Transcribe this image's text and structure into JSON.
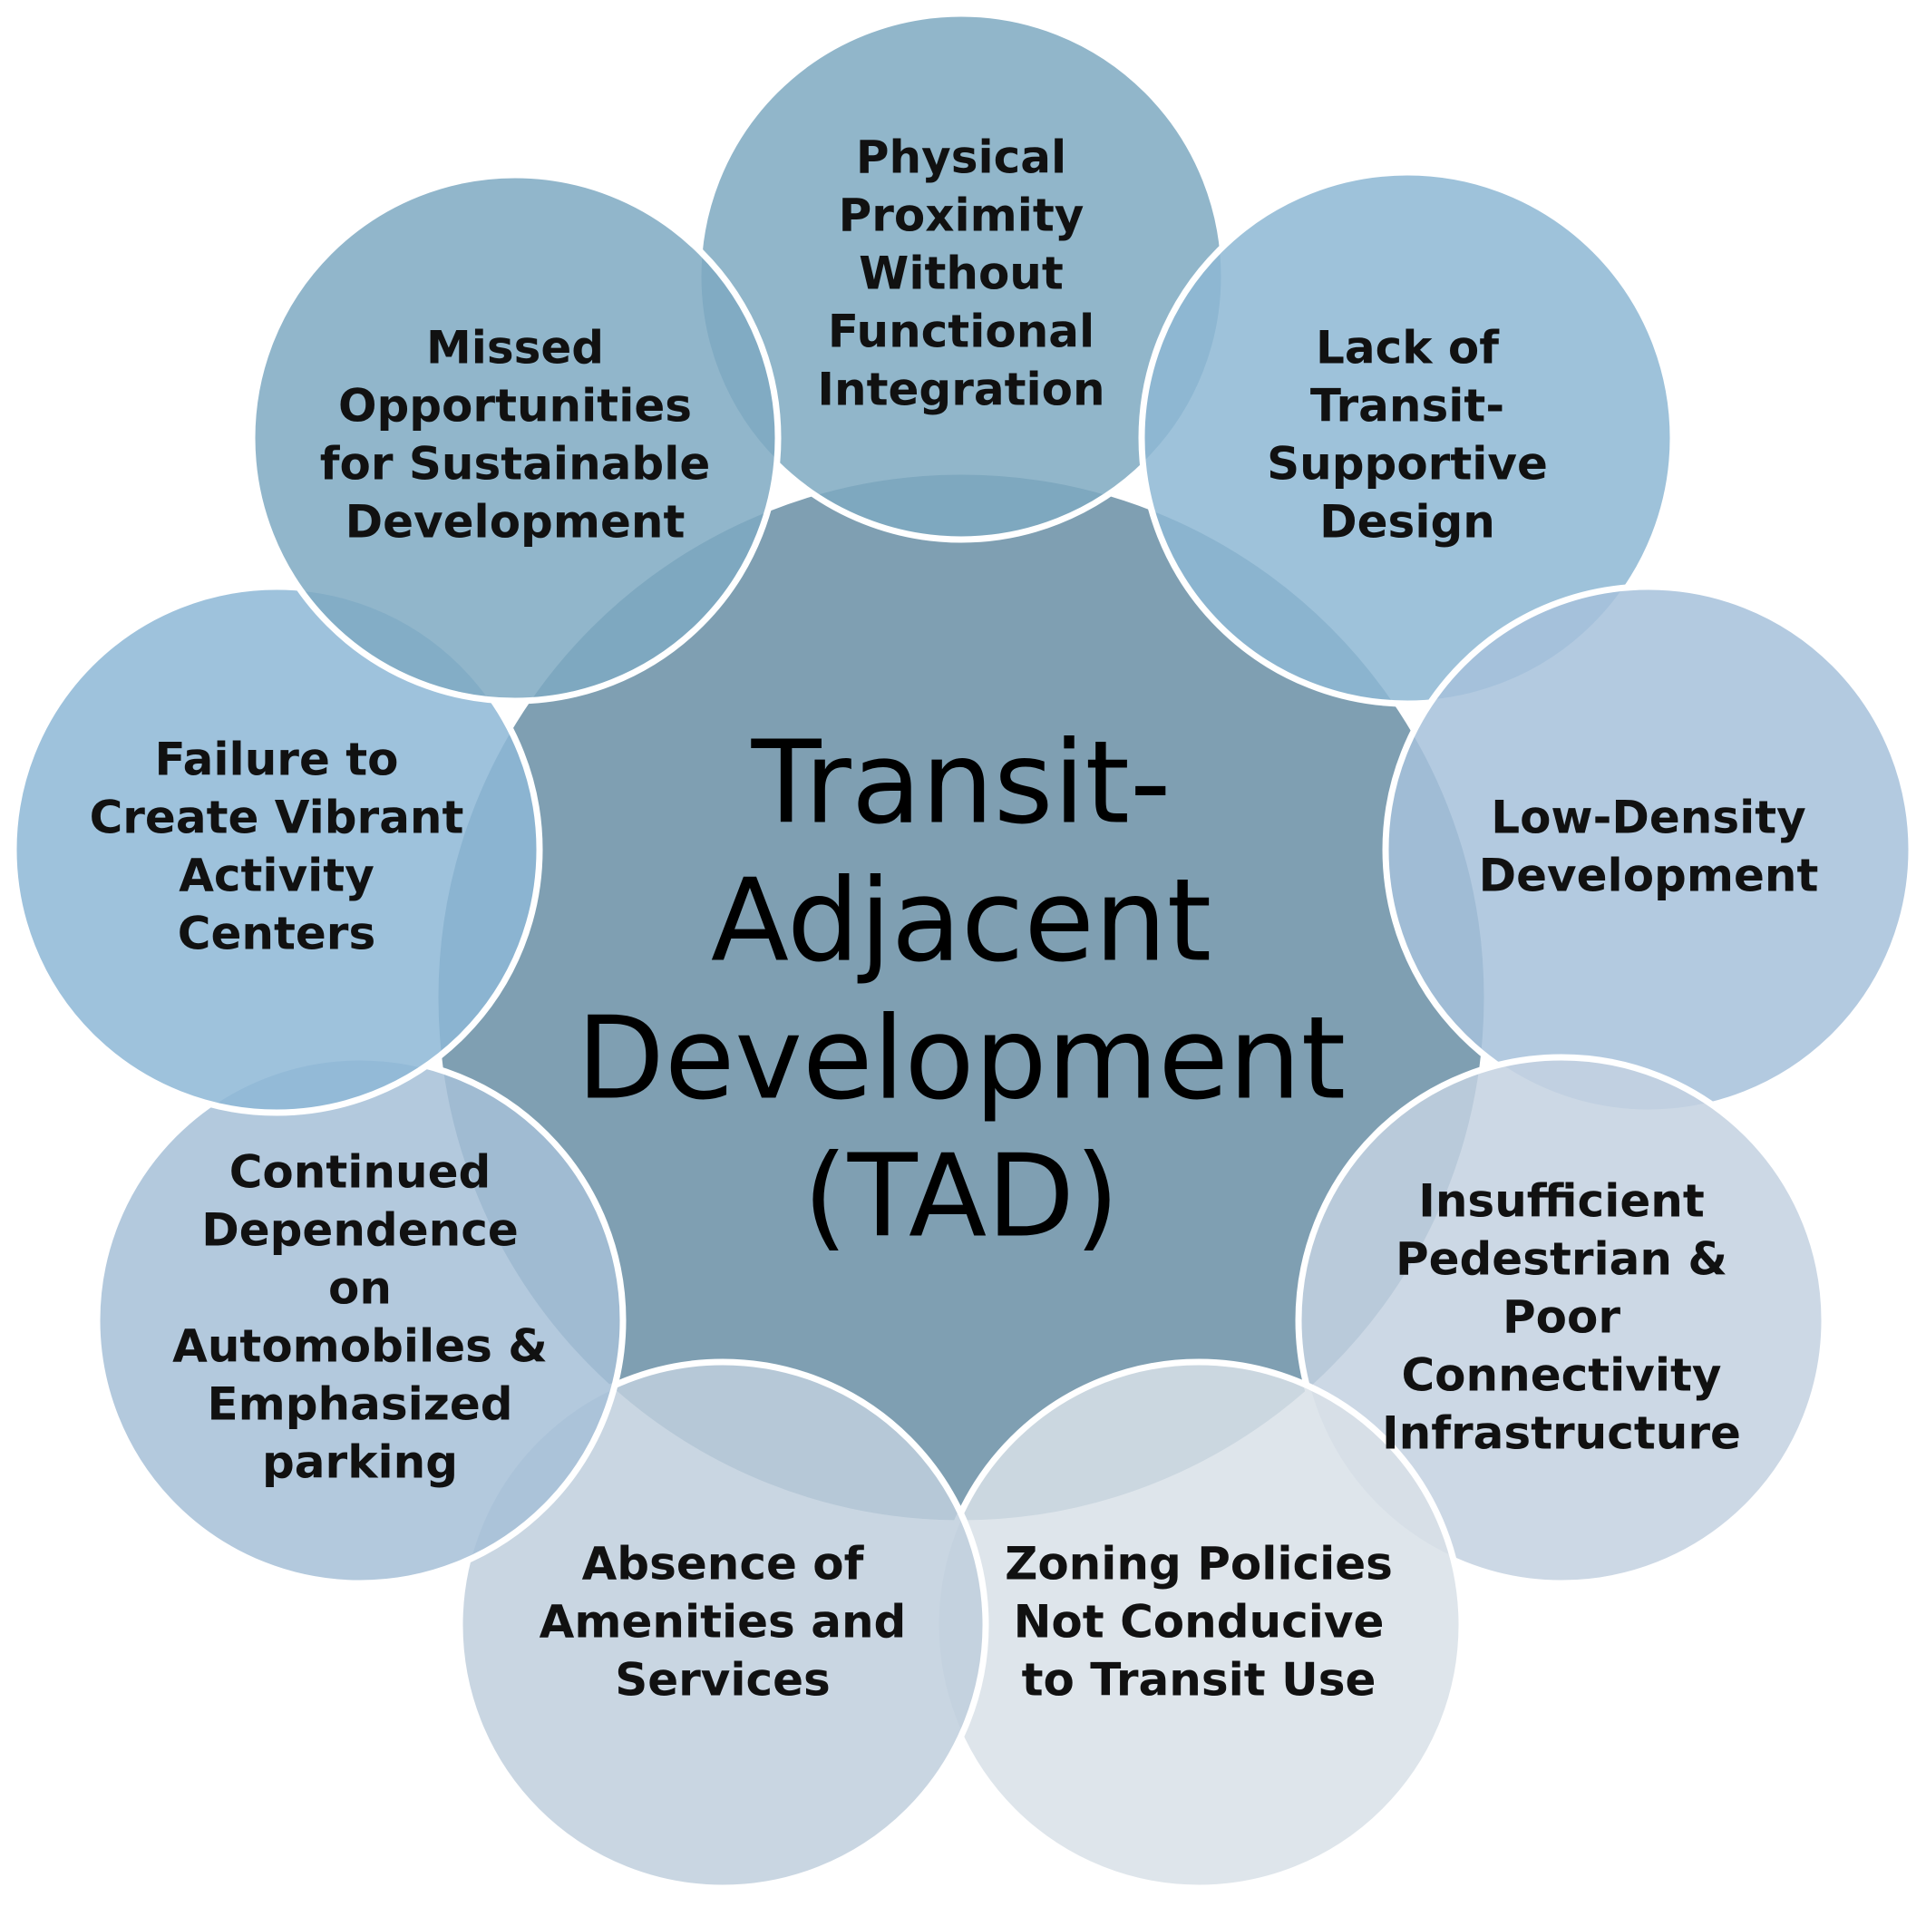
{
  "center": {
    "lines": [
      "Transit-",
      "Adjacent",
      "Development",
      "(TAD)"
    ],
    "color": "#7f9fb2"
  },
  "nodes": [
    {
      "lines": [
        "Physical",
        "Proximity",
        "Without",
        "Functional",
        "Integration"
      ],
      "color": "#7ea9c1"
    },
    {
      "lines": [
        "Lack of",
        "Transit-",
        "Supportive",
        "Design"
      ],
      "color": "#8db7d3"
    },
    {
      "lines": [
        "Low-Density",
        "Development"
      ],
      "color": "#a6c1da"
    },
    {
      "lines": [
        "Insufficient",
        "Pedestrian &",
        "Poor",
        "Connectivity",
        "Infrastructure"
      ],
      "color": "#c3d1e0"
    },
    {
      "lines": [
        "Zoning Policies",
        "Not Conducive",
        "to Transit Use"
      ],
      "color": "#d8e0e8"
    },
    {
      "lines": [
        "Absence of",
        "Amenities and",
        "Services"
      ],
      "color": "#c0cfdd"
    },
    {
      "lines": [
        "Continued",
        "Dependence",
        "on",
        "Automobiles &",
        "Emphasized",
        "parking"
      ],
      "color": "#a6bfd7"
    },
    {
      "lines": [
        "Failure to",
        "Create Vibrant",
        "Activity",
        "Centers"
      ],
      "color": "#8db7d6"
    },
    {
      "lines": [
        "Missed",
        "Opportunities",
        "for Sustainable",
        "Development"
      ],
      "color": "#7ea9c2"
    }
  ],
  "border_color": "#ffffff"
}
